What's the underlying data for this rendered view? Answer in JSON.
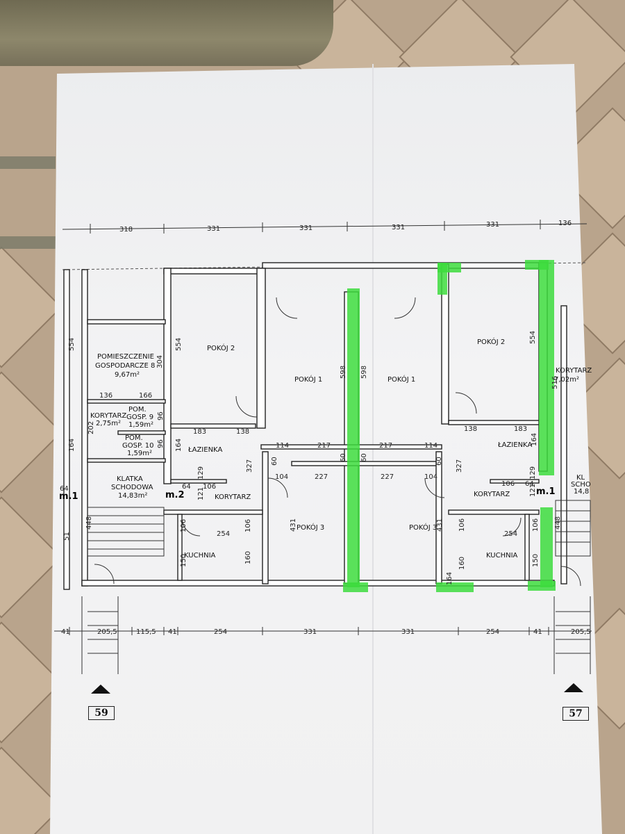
{
  "top_dimensions": [
    "318",
    "331",
    "331",
    "331",
    "331",
    "136"
  ],
  "bottom_dimensions": [
    "41",
    "205,5",
    "115,5",
    "41",
    "254",
    "331",
    "331",
    "254",
    "41",
    "205,5"
  ],
  "rooms": {
    "pokoj2_left": "POKÓJ 2",
    "pokoj1_left": "POKÓJ 1",
    "pokoj1_right": "POKÓJ 1",
    "pokoj2_right": "POKÓJ 2",
    "pokoj3_left": "POKÓJ 3",
    "pokoj3_right": "POKÓJ 3",
    "lazienka_left": "ŁAZIENKA",
    "lazienka_right": "ŁAZIENKA",
    "kuchnia_left": "KUCHNIA",
    "kuchnia_right": "KUCHNIA",
    "korytarz_left": "KORYTARZ",
    "korytarz_right": "KORYTARZ",
    "pom8_line1": "POMIESZCZENIE",
    "pom8_line2": "GOSPODARCZE 8",
    "pom8_area": "9,67m²",
    "korytarz_small": "KORYTARZ",
    "korytarz_small_area": "2,75m²",
    "pom9_line1": "POM.",
    "pom9_line2": "GOSP. 9",
    "pom9_area": "1,59m²",
    "pom10_line1": "POM.",
    "pom10_line2": "GOSP. 10",
    "pom10_area": "1,59m²",
    "klatka_line1": "KLATKA",
    "klatka_line2": "SCHODOWA",
    "klatka_area": "14,83m²",
    "korytarz_edge": "KORYTARZ",
    "korytarz_edge_area": "7,02m²",
    "klatka_edge_line1": "KL",
    "klatka_edge_line2": "SCHO",
    "klatka_edge_area": "14,8"
  },
  "unit_marks": {
    "m1_left": "m.1",
    "m2": "m.2",
    "m1_right": "m.1"
  },
  "interior_dims": {
    "d554a": "554",
    "d136": "136",
    "d166": "166",
    "d304": "304",
    "d202": "202",
    "d96a": "96",
    "d96b": "96",
    "d554b": "554",
    "d183a": "183",
    "d138a": "138",
    "d164a": "164",
    "d327a": "327",
    "d114a": "114",
    "d217a": "217",
    "d598a": "598",
    "d598b": "598",
    "d217b": "217",
    "d114b": "114",
    "d60a": "60",
    "d60b": "60",
    "d60c": "60",
    "d60d": "60",
    "d104a": "104",
    "d227a": "227",
    "d227b": "227",
    "d104b": "104",
    "d64a": "64",
    "d106a": "106",
    "d129a": "129",
    "d121a": "121",
    "d431a": "431",
    "d431b": "431",
    "d254a": "254",
    "d254b": "254",
    "d106b": "106",
    "d106c": "106",
    "d160a": "160",
    "d160b": "160",
    "d150a": "150",
    "d150b": "150",
    "d448a": "448",
    "d448b": "448",
    "d51": "51",
    "d64b": "64",
    "d164b": "164",
    "d138b": "138",
    "d183b": "183",
    "d554c": "554",
    "d516": "516",
    "d164c": "164",
    "d327b": "327",
    "d106d": "106",
    "d64c": "64",
    "d121b": "121",
    "d129b": "129",
    "d106e": "106",
    "d106f": "106",
    "d164d": "164"
  },
  "page_numbers": {
    "left": "59",
    "right": "57"
  },
  "colors": {
    "highlight": "#3ddc3d",
    "line": "#222222",
    "paper": "#f1f1f2"
  },
  "icons": [
    "north-arrow-icon-left",
    "north-arrow-icon-right"
  ]
}
